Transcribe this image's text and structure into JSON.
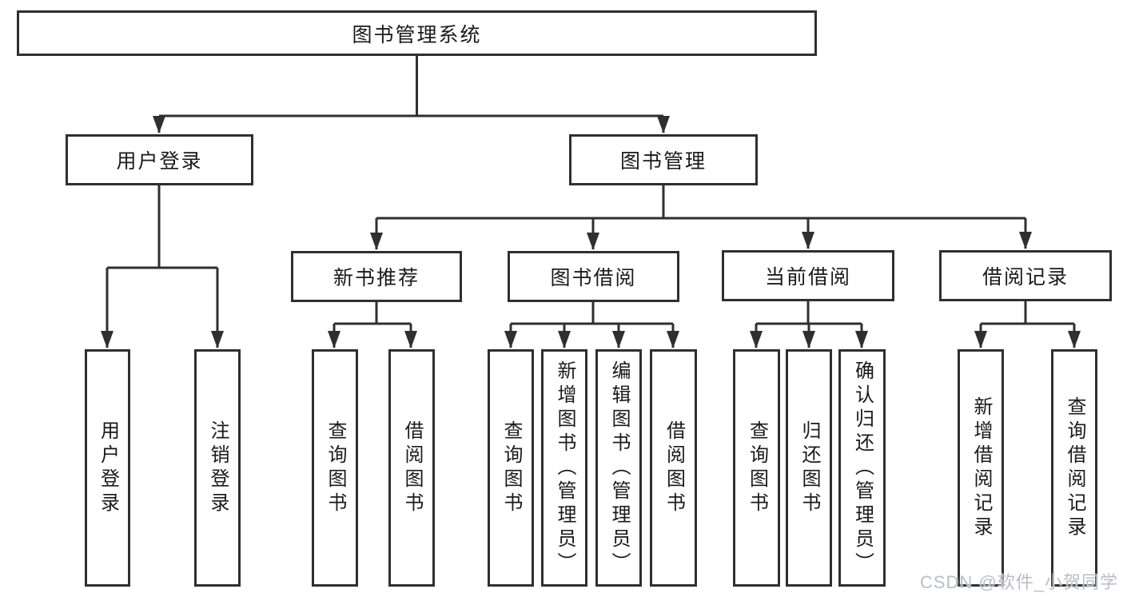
{
  "tree": {
    "label": "图书管理系统",
    "children": [
      {
        "label": "用户登录",
        "children": [
          {
            "label": "用户登录"
          },
          {
            "label": "注销登录"
          }
        ]
      },
      {
        "label": "图书管理",
        "children": [
          {
            "label": "新书推荐",
            "children": [
              {
                "label": "查询图书"
              },
              {
                "label": "借阅图书"
              }
            ]
          },
          {
            "label": "图书借阅",
            "children": [
              {
                "label": "查询图书"
              },
              {
                "label": "新增图书（管理员）"
              },
              {
                "label": "编辑图书（管理员）"
              },
              {
                "label": "借阅图书"
              }
            ]
          },
          {
            "label": "当前借阅",
            "children": [
              {
                "label": "查询图书"
              },
              {
                "label": "归还图书"
              },
              {
                "label": "确认归还（管理员）"
              }
            ]
          },
          {
            "label": "借阅记录",
            "children": [
              {
                "label": "新增借阅记录"
              },
              {
                "label": "查询借阅记录"
              }
            ]
          }
        ]
      }
    ]
  },
  "watermark": "CSDN @软件_小贺同学",
  "colors": {
    "line": "#2f2f2f",
    "text": "#1a1a1a",
    "watermark": "#b9bdc4",
    "background": "#ffffff"
  }
}
